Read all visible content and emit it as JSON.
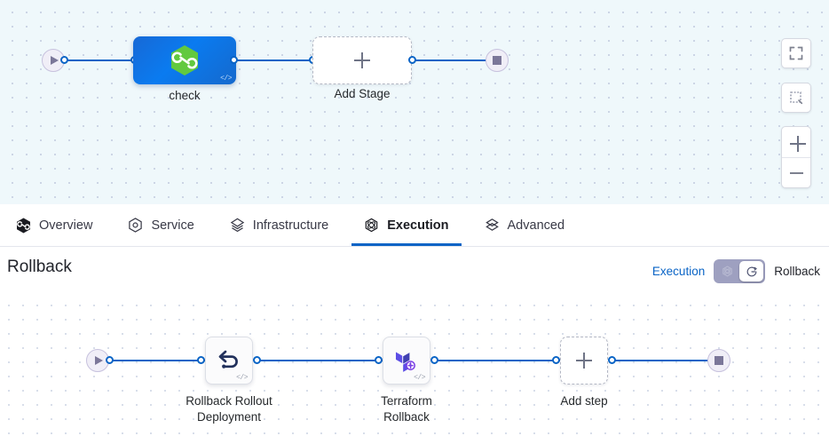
{
  "stage_canvas": {
    "start_node": {
      "name": "pipeline-start",
      "icon": "play-icon"
    },
    "end_node": {
      "name": "pipeline-end",
      "icon": "stop-icon"
    },
    "nodes": [
      {
        "label": "check",
        "type": "stage",
        "icon": "harness-hexagon-icon",
        "badge": "</>"
      },
      {
        "label": "Add Stage",
        "type": "add",
        "icon": "plus-icon"
      }
    ],
    "controls": [
      {
        "name": "fit-to-screen-button",
        "icon": "fullscreen-icon"
      },
      {
        "name": "select-area-button",
        "icon": "dashed-square-icon"
      },
      {
        "name": "zoom-in-button",
        "icon": "plus-icon"
      },
      {
        "name": "zoom-out-button",
        "icon": "minus-icon"
      }
    ]
  },
  "tabs": [
    {
      "label": "Overview",
      "icon": "harness-hexagon-icon",
      "active": false
    },
    {
      "label": "Service",
      "icon": "service-hexagon-icon",
      "active": false
    },
    {
      "label": "Infrastructure",
      "icon": "layers-icon",
      "active": false
    },
    {
      "label": "Execution",
      "icon": "execution-atom-icon",
      "active": true
    },
    {
      "label": "Advanced",
      "icon": "cube-stack-icon",
      "active": false
    }
  ],
  "rollback_header": {
    "title": "Rollback",
    "toggle": {
      "left_label": "Execution",
      "right_label": "Rollback",
      "selected": "Rollback",
      "left_icon": "execution-atom-icon",
      "right_icon": "rollback-clock-icon"
    }
  },
  "rollback_canvas": {
    "start_node": {
      "name": "rollback-start",
      "icon": "play-icon"
    },
    "end_node": {
      "name": "rollback-end",
      "icon": "stop-icon"
    },
    "steps": [
      {
        "label": "Rollback Rollout\nDeployment",
        "icon": "undo-arrow-icon",
        "badge": "</>"
      },
      {
        "label": "Terraform\nRollback",
        "icon": "terraform-icon",
        "badge": "</>"
      },
      {
        "label": "Add step",
        "icon": "plus-icon",
        "type": "add"
      }
    ]
  },
  "colors": {
    "accent_blue": "#0a64c6",
    "stage_blue": "#0a7bf0",
    "harness_green": "#5ec33c",
    "terraform_purple": "#5c4ee5",
    "canvas_tint": "#eff8fb",
    "toggle_track": "#9ea0c0"
  }
}
